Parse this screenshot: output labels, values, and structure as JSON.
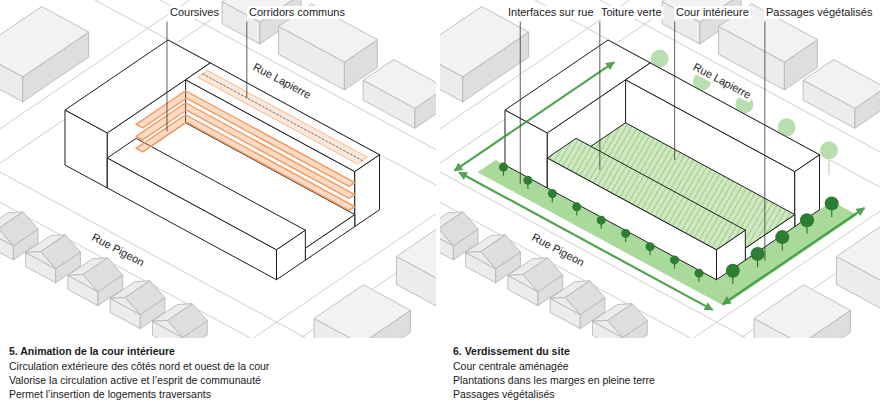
{
  "diagram": {
    "labels": [
      "Coursives",
      "Corridors communs",
      "Rue Lapierre",
      "Rue Pigeon",
      "Interfaces sur rue",
      "Toiture verte",
      "Cour intérieure",
      "Passages végétalisés",
      "Rue Lapierre",
      "Rue Pigeon",
      "5. Animation de la cour intérieure",
      "Circulation extérieure des côtés nord et ouest de la cour",
      "Valorise la circulation active et l’esprit de communauté",
      "Permet l’insertion de logements traversants",
      "6. Verdissement du site",
      "Cour centrale aménagée",
      "Plantations dans les marges en pleine terre",
      "Passages végétalisés"
    ]
  }
}
